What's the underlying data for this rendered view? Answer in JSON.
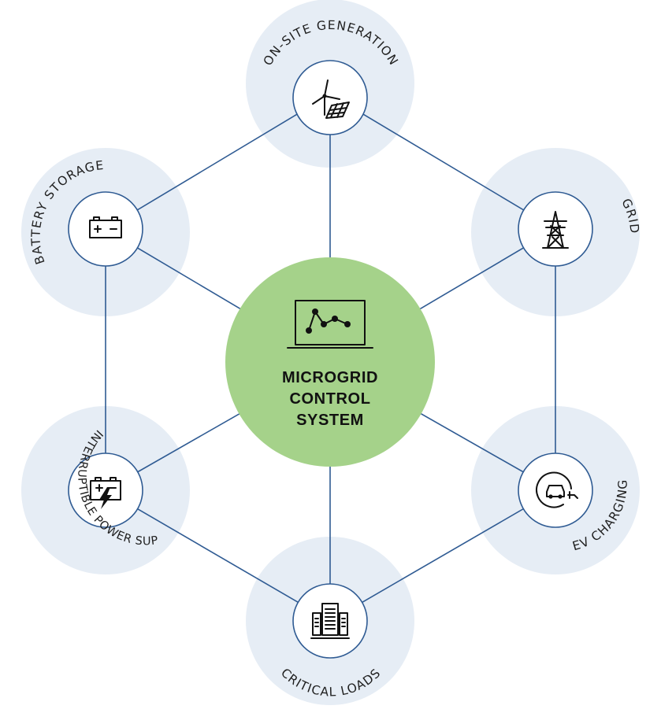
{
  "center": {
    "lines": [
      "MICROGRID",
      "CONTROL",
      "SYSTEM"
    ],
    "icon": "laptop-chart-icon",
    "color": "#a5d28a"
  },
  "nodes": {
    "top": {
      "label": "ON-SITE GENERATION",
      "icon": "wind-solar-icon"
    },
    "upper_right": {
      "label": "GRID",
      "icon": "transmission-tower-icon"
    },
    "lower_right": {
      "label": "EV CHARGING",
      "icon": "ev-charger-icon"
    },
    "bottom": {
      "label": "CRITICAL LOADS",
      "icon": "server-rack-icon"
    },
    "lower_left": {
      "label": "UNINTERRUPTIBLE POWER SUPPLY",
      "icon": "battery-lightning-icon"
    },
    "upper_left": {
      "label": "BATTERY STORAGE",
      "icon": "battery-icon"
    }
  },
  "colors": {
    "line": "#2f5b93",
    "halo": "#e6edf5",
    "center_fill": "#a5d28a",
    "text": "#1f1f1f"
  }
}
